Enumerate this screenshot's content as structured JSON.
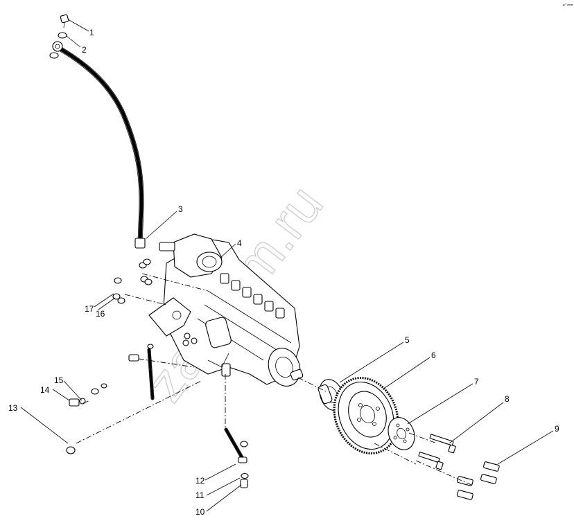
{
  "watermark": "zapkam.ru",
  "corner_mark": "e\" ===",
  "callouts": [
    {
      "id": "c1",
      "label": "1"
    },
    {
      "id": "c2",
      "label": "2"
    },
    {
      "id": "c3",
      "label": "3"
    },
    {
      "id": "c4",
      "label": "4"
    },
    {
      "id": "c5",
      "label": "5"
    },
    {
      "id": "c6",
      "label": "6"
    },
    {
      "id": "c7",
      "label": "7"
    },
    {
      "id": "c8",
      "label": "8"
    },
    {
      "id": "c9",
      "label": "9"
    },
    {
      "id": "c10",
      "label": "10"
    },
    {
      "id": "c11",
      "label": "11"
    },
    {
      "id": "c12",
      "label": "12"
    },
    {
      "id": "c13",
      "label": "13"
    },
    {
      "id": "c14",
      "label": "14"
    },
    {
      "id": "c15",
      "label": "15"
    },
    {
      "id": "c16",
      "label": "16"
    },
    {
      "id": "c17",
      "label": "17"
    }
  ]
}
